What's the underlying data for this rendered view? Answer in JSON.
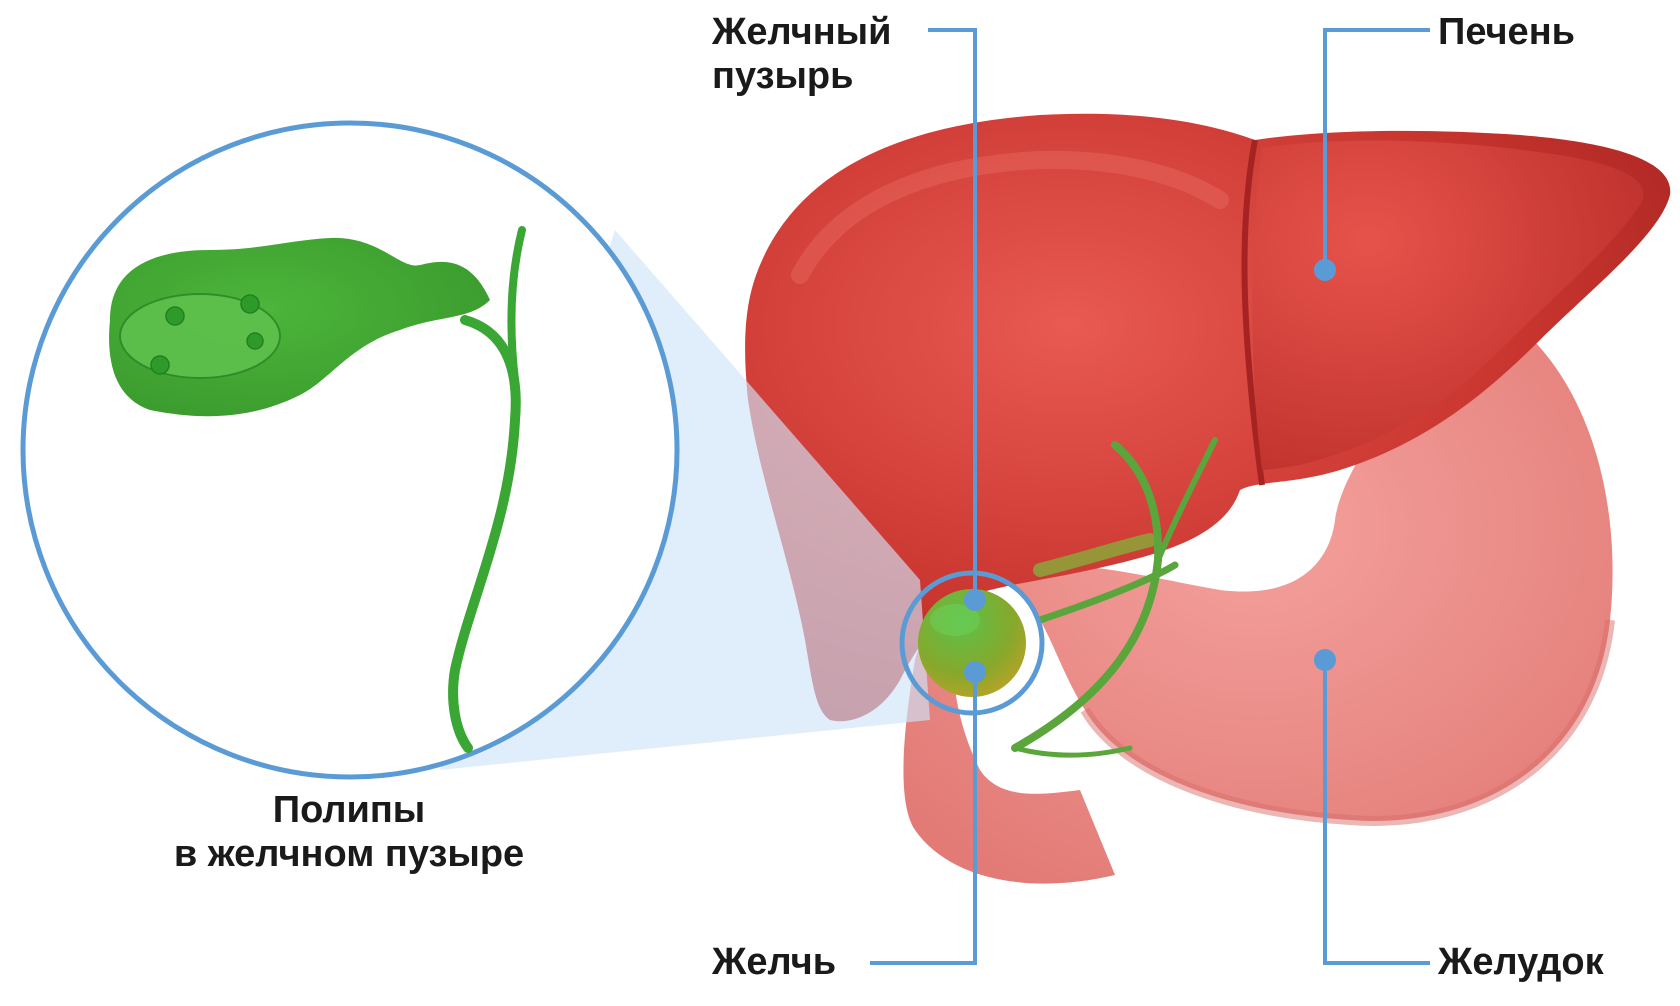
{
  "labels": {
    "gallbladder_line1": "Желчный",
    "gallbladder_line2": "пузырь",
    "liver": "Печень",
    "bile": "Желчь",
    "stomach": "Желудок",
    "polyps_line1": "Полипы",
    "polyps_line2": "в желчном пузыре"
  },
  "colors": {
    "leader_line": "#5b9bd5",
    "liver": "#c2312e",
    "liver_light": "#d94a44",
    "stomach": "#ef8a86",
    "gallbladder": "#4caf3a",
    "bile": "#b5a12a",
    "zoom_fill": "#cfe3f7"
  },
  "icons": {
    "leader_dot": "circle-marker"
  }
}
